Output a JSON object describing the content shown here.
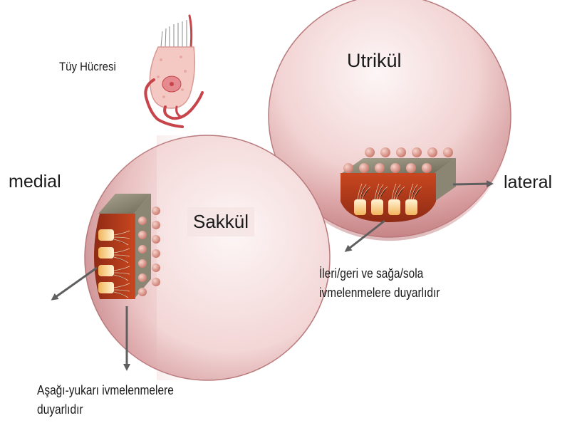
{
  "labels": {
    "hair_cell": "Tüy Hücresi",
    "utricle": "Utrikül",
    "saccule": "Sakkül",
    "medial": "medial",
    "lateral": "lateral",
    "utricle_note_line1": "İleri/geri ve sağa/sola",
    "utricle_note_line2": "ivmelenmelere duyarlıdır",
    "saccule_note_line1": "Aşağı-yukarı ivmelenmelere",
    "saccule_note_line2": "duyarlıdır"
  },
  "colors": {
    "sphere_light": "#fbf1f1",
    "sphere_dark": "#c98a8c",
    "membrane_red": "#b33a1e",
    "otolith_ball": "#d9958a",
    "block_top": "#8c8a7a",
    "hair_cell_body": "#f4c9c4",
    "nerve": "#c7444b",
    "arrow": "#5f5f5f"
  }
}
